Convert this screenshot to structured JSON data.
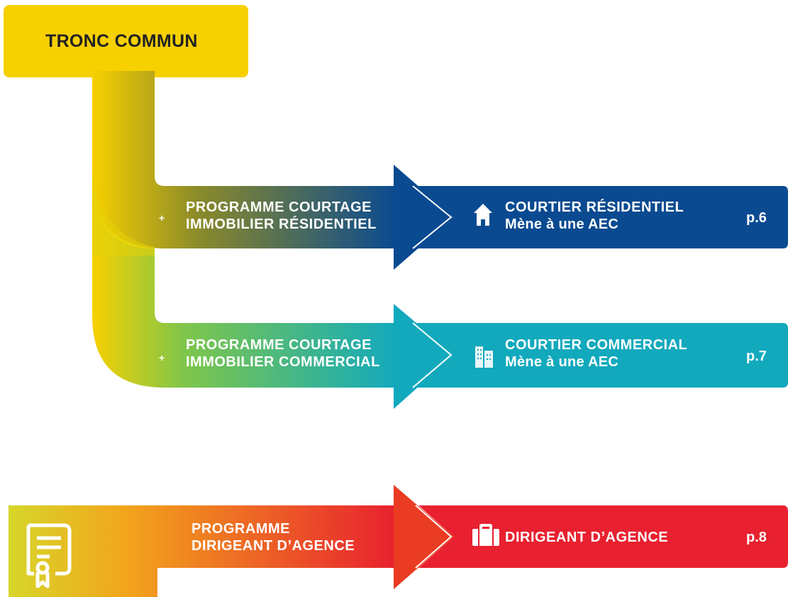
{
  "root": {
    "label": "TRONC COMMUN"
  },
  "tracks": [
    {
      "plus": "+",
      "program_line1": "PROGRAMME COURTAGE",
      "program_line2": "IMMOBILIER RÉSIDENTIEL",
      "icon": "house-icon",
      "result_title": "COURTIER RÉSIDENTIEL",
      "result_sub": "Mène à une AEC",
      "page": "p.6",
      "color": "#0a4a91"
    },
    {
      "plus": "+",
      "program_line1": "PROGRAMME COURTAGE",
      "program_line2": "IMMOBILIER COMMERCIAL",
      "icon": "office-building-icon",
      "result_title": "COURTIER COMMERCIAL",
      "result_sub": "Mène à une AEC",
      "page": "p.7",
      "color": "#12a9bd"
    },
    {
      "program_line1": "PROGRAMME",
      "program_line2": "DIRIGEANT D’AGENCE",
      "icon": "briefcase-icon",
      "result_title": "DIRIGEANT D’AGENCE",
      "page": "p.8",
      "color": "#e8202f",
      "side_icon": "certificate-icon"
    }
  ],
  "colors": {
    "yellow": "#f7d000",
    "navy": "#0a4a91",
    "teal": "#12a9bd",
    "red": "#e8202f",
    "orange": "#f07a1e"
  }
}
